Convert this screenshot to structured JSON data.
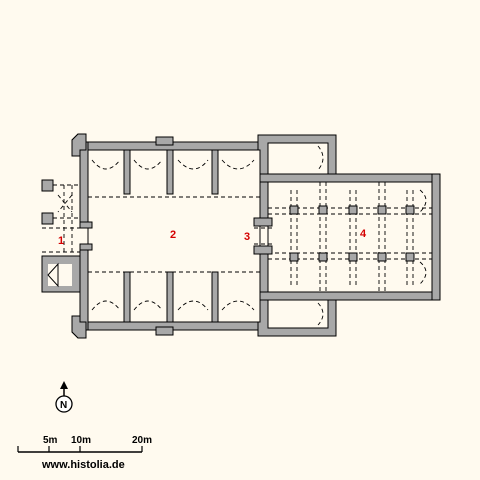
{
  "plan": {
    "zones": [
      {
        "id": "zone-1",
        "label": "1"
      },
      {
        "id": "zone-2",
        "label": "2"
      },
      {
        "id": "zone-3",
        "label": "3"
      },
      {
        "id": "zone-4",
        "label": "4"
      }
    ]
  },
  "north_arrow": {
    "label": "N"
  },
  "scale_bar": {
    "ticks": [
      "5m",
      "10m",
      "20m"
    ]
  },
  "source": {
    "text": "www.histolia.de"
  },
  "colors": {
    "background": "#fffaef",
    "wall": "#a8a8a8",
    "outline": "#000000",
    "zone_label": "#d40000"
  }
}
